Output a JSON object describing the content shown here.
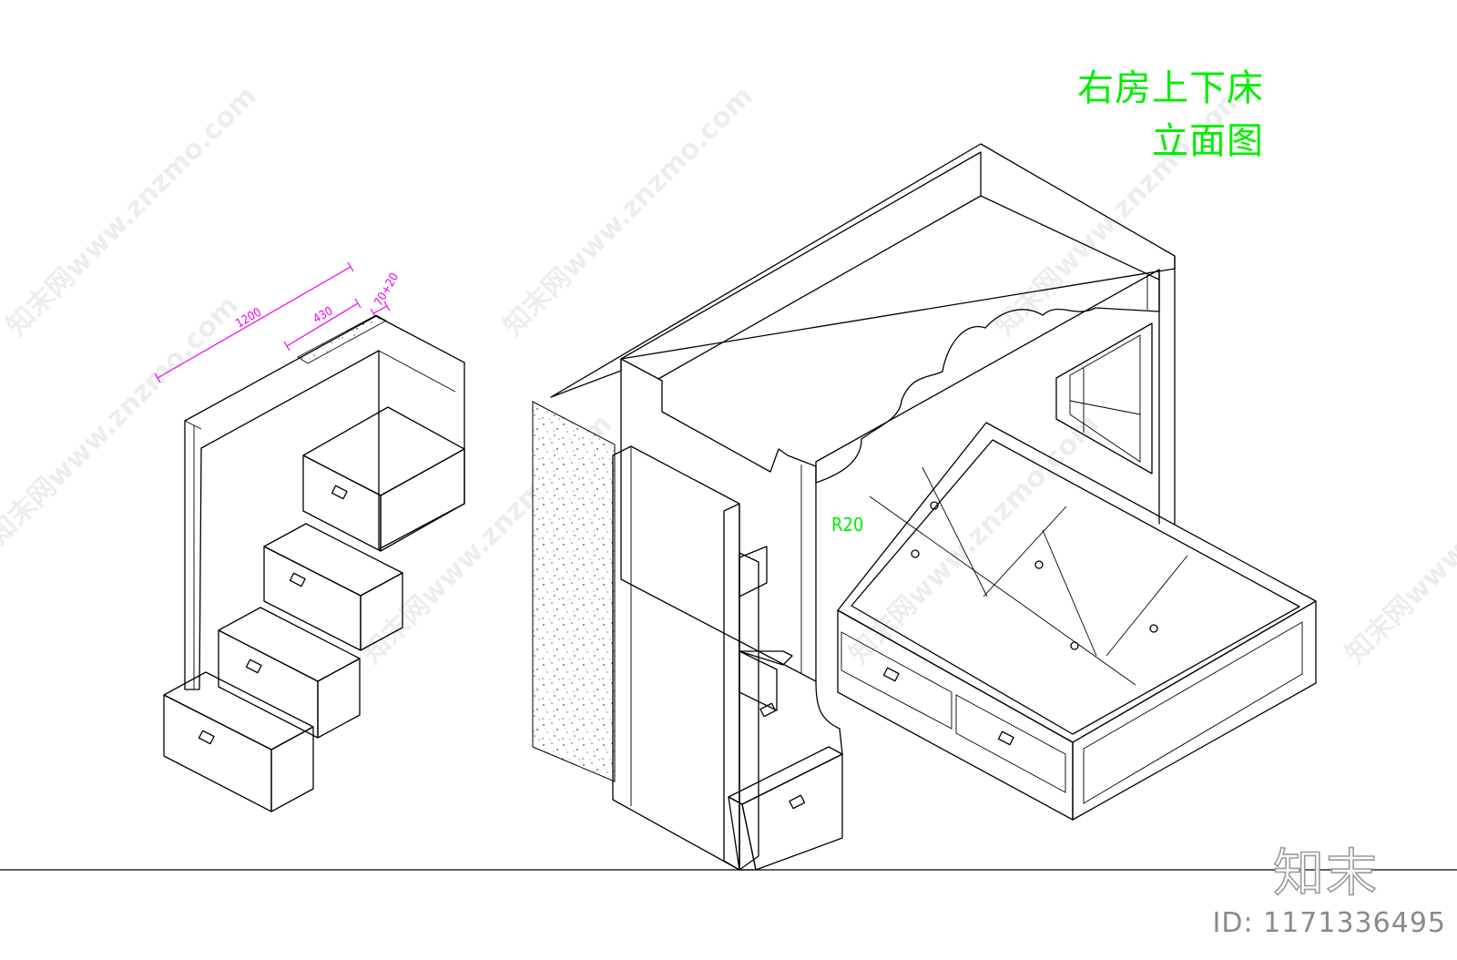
{
  "title": {
    "line1": "右房上下床",
    "line2": "立面图"
  },
  "dimensions": {
    "overall_length": "1200",
    "step_depth": "430",
    "panel": "70+20"
  },
  "annotation": {
    "radius": "R20"
  },
  "watermark": {
    "text": "知末网www.znzmo.com"
  },
  "logo": {
    "text": "知末"
  },
  "id_label": "ID: 1171336495",
  "colors": {
    "title": "#00ee00",
    "dimension": "#ee00ee",
    "line": "#000000"
  }
}
